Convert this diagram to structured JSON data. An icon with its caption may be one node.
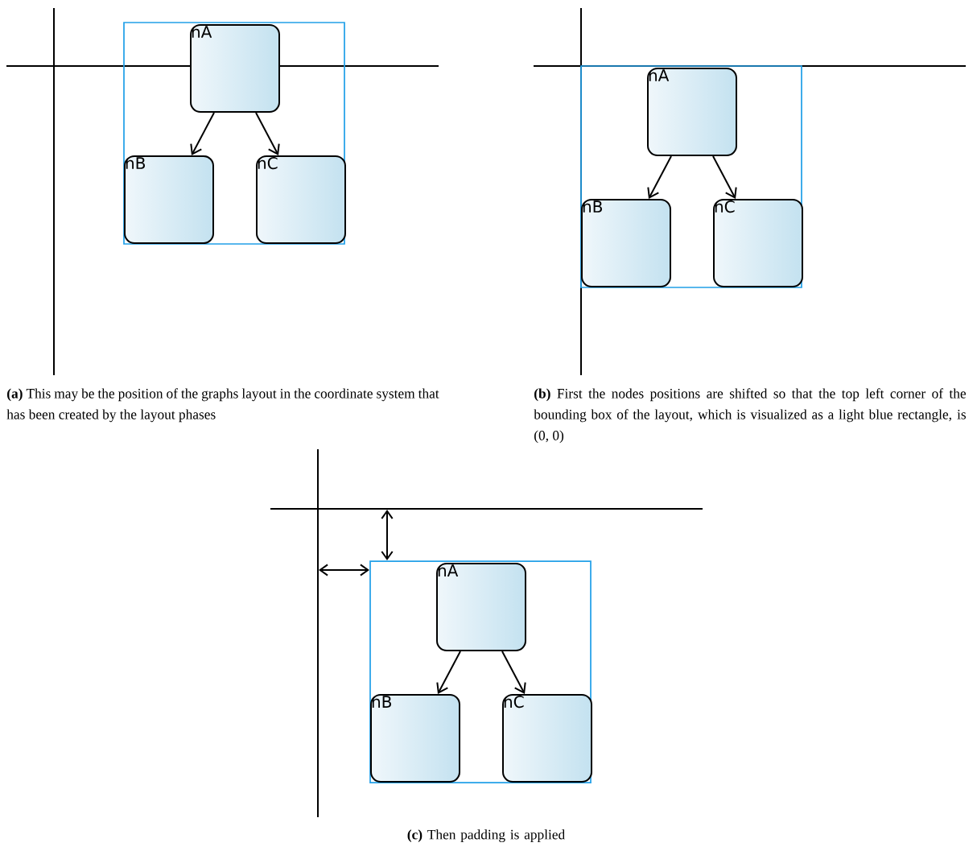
{
  "diagram": {
    "nodes": [
      {
        "text": [
          "nA"
        ]
      },
      {
        "text": [
          "nB"
        ]
      },
      {
        "text": [
          "nC"
        ]
      },
      {
        "text": [
          "nA"
        ]
      },
      {
        "text": [
          "nB"
        ]
      },
      {
        "text": [
          "nC"
        ]
      },
      {
        "text": [
          "nA"
        ]
      },
      {
        "text": [
          "nB"
        ]
      },
      {
        "text": [
          "nC"
        ]
      }
    ],
    "edges": [
      {
        "from": 0,
        "to": 1,
        "arrow": "to"
      },
      {
        "from": 0,
        "to": 2,
        "arrow": "to"
      },
      {
        "from": 3,
        "to": 4,
        "arrow": "to"
      },
      {
        "from": 3,
        "to": 5,
        "arrow": "to"
      },
      {
        "from": 6,
        "to": 7,
        "arrow": "to"
      },
      {
        "from": 6,
        "to": 8,
        "arrow": "to"
      }
    ],
    "labels": [
      "**(a)** This may be the position of the graphs layout in the coordinate system that has been created by the layout phases",
      "**(b)** First the nodes positions are shifted so that the top left corner of the bounding box of the layout, which is visualized as a light blue rectangle, is (0, 0)",
      "**(c)** Then padding is applied"
    ]
  }
}
